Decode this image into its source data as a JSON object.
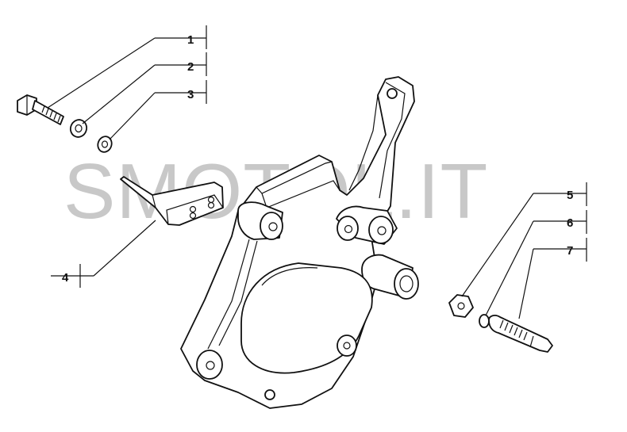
{
  "watermark": "SMOTOL.IT",
  "callouts": [
    {
      "id": "1",
      "label": "1"
    },
    {
      "id": "2",
      "label": "2"
    },
    {
      "id": "3",
      "label": "3"
    },
    {
      "id": "4",
      "label": "4"
    },
    {
      "id": "5",
      "label": "5"
    },
    {
      "id": "6",
      "label": "6"
    },
    {
      "id": "7",
      "label": "7"
    }
  ]
}
